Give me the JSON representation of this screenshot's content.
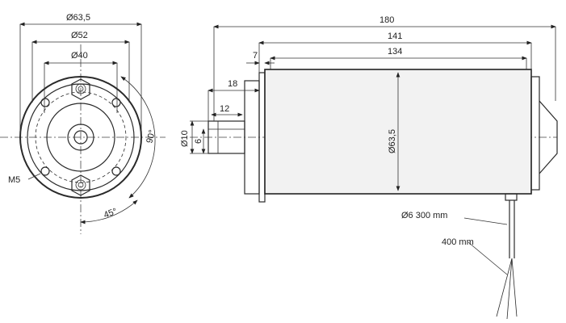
{
  "front_view": {
    "outer_diameter": "Ø63,5",
    "bolt_circle": "Ø52",
    "pilot_diameter": "Ø40",
    "thread_label": "M5",
    "angle_90": "90°",
    "angle_45": "45°"
  },
  "side_view": {
    "overall_length": "180",
    "body_with_flange": "141",
    "body_length": "134",
    "flange_thickness": "7",
    "shaft_total": "18",
    "shaft_flat": "12",
    "shaft_diameter": "Ø10",
    "shaft_flat_dim": "6",
    "body_diameter": "Ø63,5"
  },
  "cable": {
    "diameter_length": "Ø6 300 mm",
    "lead_length": "400 mm"
  }
}
